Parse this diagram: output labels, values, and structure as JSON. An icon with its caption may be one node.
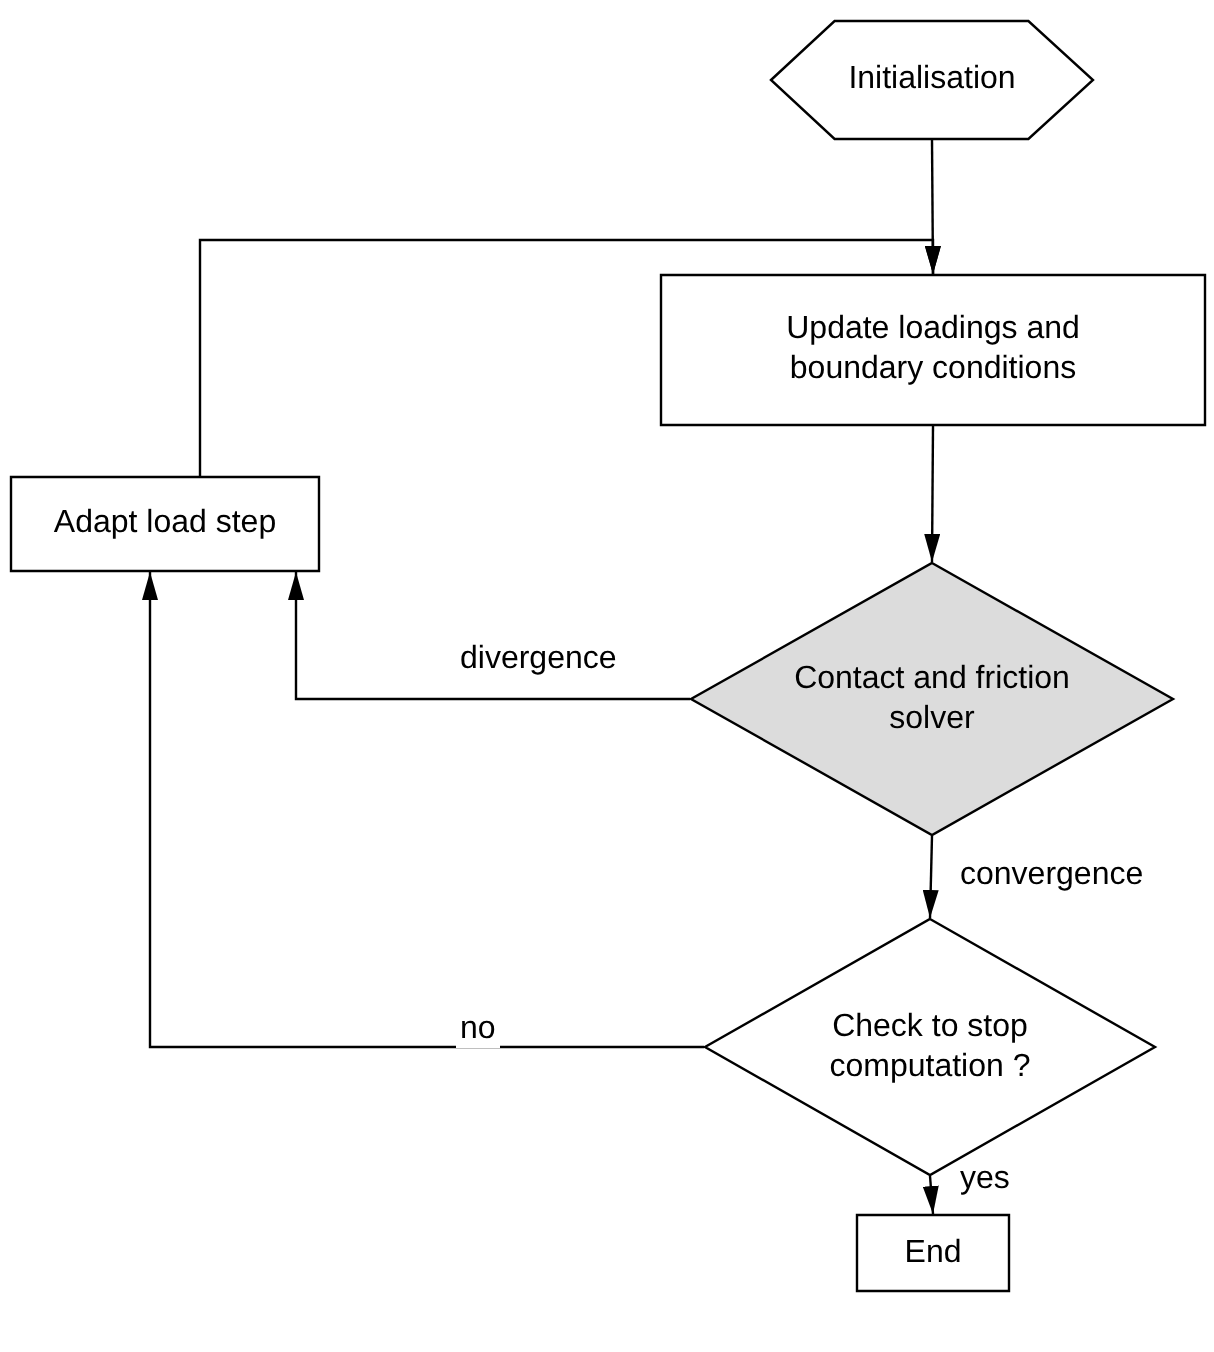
{
  "diagram": {
    "nodes": [
      {
        "text": [
          "Initialisation"
        ]
      },
      {
        "text": [
          "Update loadings and boundary conditions"
        ]
      },
      {
        "text": [
          "Adapt load step"
        ]
      },
      {
        "text": [
          "Contact and friction solver"
        ]
      },
      {
        "text": [
          "Check to stop computation ?"
        ]
      },
      {
        "text": [
          "End"
        ]
      }
    ],
    "edges": [
      {
        "from": 0,
        "to": 1,
        "arrow": "to"
      },
      {
        "from": 1,
        "to": 3,
        "arrow": "to"
      },
      {
        "from": 3,
        "to": 2,
        "arrow": "to",
        "label": "divergence"
      },
      {
        "from": 3,
        "to": 4,
        "arrow": "to",
        "label": "convergence"
      },
      {
        "from": 4,
        "to": 2,
        "arrow": "to",
        "label": "no"
      },
      {
        "from": 2,
        "to": 1,
        "arrow": "to"
      },
      {
        "from": 4,
        "to": 5,
        "arrow": "to",
        "label": "yes"
      }
    ]
  }
}
